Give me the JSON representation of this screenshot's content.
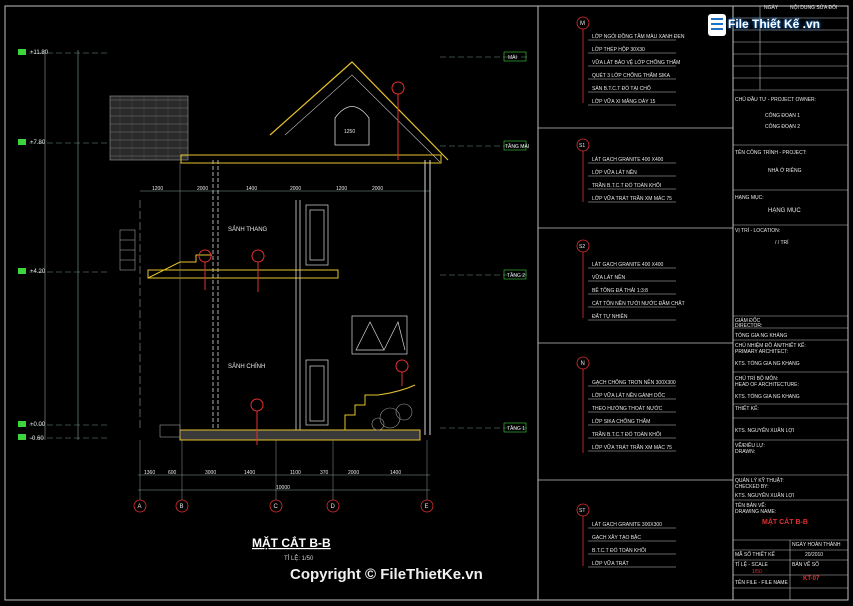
{
  "drawing": {
    "title": "MẶT CẮT B-B",
    "scale": "TỈ LỆ: 1/50",
    "level_labels": [
      "+11.80",
      "+7.80",
      "+4.20",
      "+0.00",
      "-0.60"
    ],
    "tag_labels": [
      "MÁI",
      "TẦNG MÁI",
      "TẦNG 2",
      "TẦNG 1"
    ],
    "room_labels": [
      "SẢNH THANG",
      "SẢNH CHÍNH"
    ],
    "grid_axes": [
      "A",
      "B",
      "C",
      "D",
      "E"
    ],
    "top_dims": [
      "1200",
      "2000",
      "1400",
      "2000",
      "1200",
      "2000"
    ],
    "bottom_dims": [
      "1360",
      "600",
      "3000",
      "1400",
      "1100",
      "370",
      "2000",
      "1400"
    ],
    "bottom_total": "10000",
    "attic_dim": "1250"
  },
  "legend": [
    {
      "marker": "M",
      "lines": [
        "LỚP NGÓI ĐỒNG TÂM MÀU XANH ĐEN",
        "LỚP THÉP HỘP 30X30",
        "VỮA LÁT BẢO VỆ LỚP CHỐNG THẤM",
        "QUÉT 3 LỚP CHỐNG THẤM SIKA",
        "SÀN B.T.C.T ĐỔ TẠI CHỖ",
        "LỚP VỮA XI MĂNG DÀY 15"
      ]
    },
    {
      "marker": "S1",
      "lines": [
        "LÁT GẠCH GRANITE 400 X400",
        "LỚP VỮA LÁT NỀN",
        "TRẦN B.T.C.T ĐỔ TOÀN KHỐI",
        "LỚP VỮA TRÁT TRẦN XM MÁC 75"
      ]
    },
    {
      "marker": "S2",
      "lines": [
        "LÁT GẠCH GRANITE 400 X400",
        "VỮA LÁT NỀN",
        "BÊ TÔNG ĐÁ THẢI 1:3:8",
        "CÁT TÔN NỀN TƯỚI NƯỚC ĐẦM CHẶT",
        "ĐẤT TỰ NHIÊN"
      ]
    },
    {
      "marker": "N",
      "lines": [
        "GẠCH CHỐNG TRƠN NỀN 300X300",
        "LỚP VỮA LÁT NỀN GÁNH DỐC",
        "THEO HƯỚNG THOÁT NƯỚC",
        "LỚP SIKA CHỐNG THẤM",
        "TRẦN B.T.C.T ĐỔ TOÀN KHỐI",
        "LỚP VỮA TRÁT TRẦN XM MÁC 75"
      ]
    },
    {
      "marker": "ST",
      "lines": [
        "LÁT GẠCH GRANITE 300X300",
        "GẠCH XÂY TẠO BẬC",
        "B.T.C.T ĐỔ TOÀN KHỐI",
        "LỚP VỮA TRÁT"
      ]
    }
  ],
  "titleblock": {
    "rows": [
      "NGÀY",
      "NỘI DUNG SỬA ĐỔI",
      "CHỦ ĐẦU TƯ - PROJECT OWNER:",
      "CÔNG ĐOẠN 1",
      "CÔNG ĐOẠN 2",
      "TÊN CÔNG TRÌNH - PROJECT:",
      "NHÀ Ở RIÊNG",
      "HẠNG MỤC:",
      "HẠNG MỤC",
      "VỊ TRÍ - LOCATION:",
      "/ / TRÍ",
      "GIÁM ĐỐC",
      "DIRECTOR:",
      "TỔNG GIA NG KHÁNG",
      "CHỦ NHIỆM ĐỒ ÁN/THIẾT KẾ:",
      "PRIMARY ARCHITECT:",
      "KTS. TỔNG GIA NG KHANG",
      "CHỦ TRÌ BỘ MÔN:",
      "HEAD OF ARCHITECTURE:",
      "KTS. TỔNG GIA NG KHANG",
      "THIẾT KẾ:",
      "KTS. NGUYỄN XUÂN LỢI",
      "VẼ/ĐIỀU LỰ:",
      "DRAWN:",
      "QUẢN LÝ KỸ THUẬT:",
      "CHECKED BY:",
      "KTS. NGUYỄN XUÂN LỢI",
      "TÊN BẢN VẼ:",
      "DRAWING NAME:",
      "MẶT CẮT B-B",
      "MÃ SỐ THIẾT KẾ",
      "NGÀY HOÀN THÀNH",
      "20/2010",
      "TỈ LỆ - SCALE",
      "1/50",
      "TÊN FILE - FILE NAME",
      "BẢN VẼ SỐ",
      "KT-07"
    ]
  },
  "watermark": {
    "logo_text": "File Thiết Kế .vn",
    "copyright": "Copyright © FileThietKe.vn"
  }
}
